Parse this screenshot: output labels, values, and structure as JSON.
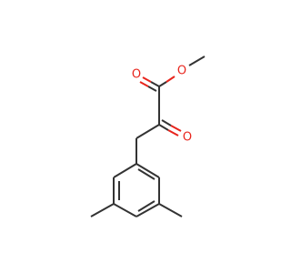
{
  "molecule": {
    "atom_labels": [
      {
        "symbol": "O",
        "color": "#e8251d",
        "role": "ester-ether-oxygen"
      },
      {
        "symbol": "O",
        "color": "#e8251d",
        "role": "ester-carbonyl-oxygen"
      },
      {
        "symbol": "O",
        "color": "#e8251d",
        "role": "ketone-oxygen"
      }
    ],
    "bond_color": "#333333",
    "heteroatom_color": "#e8251d"
  }
}
